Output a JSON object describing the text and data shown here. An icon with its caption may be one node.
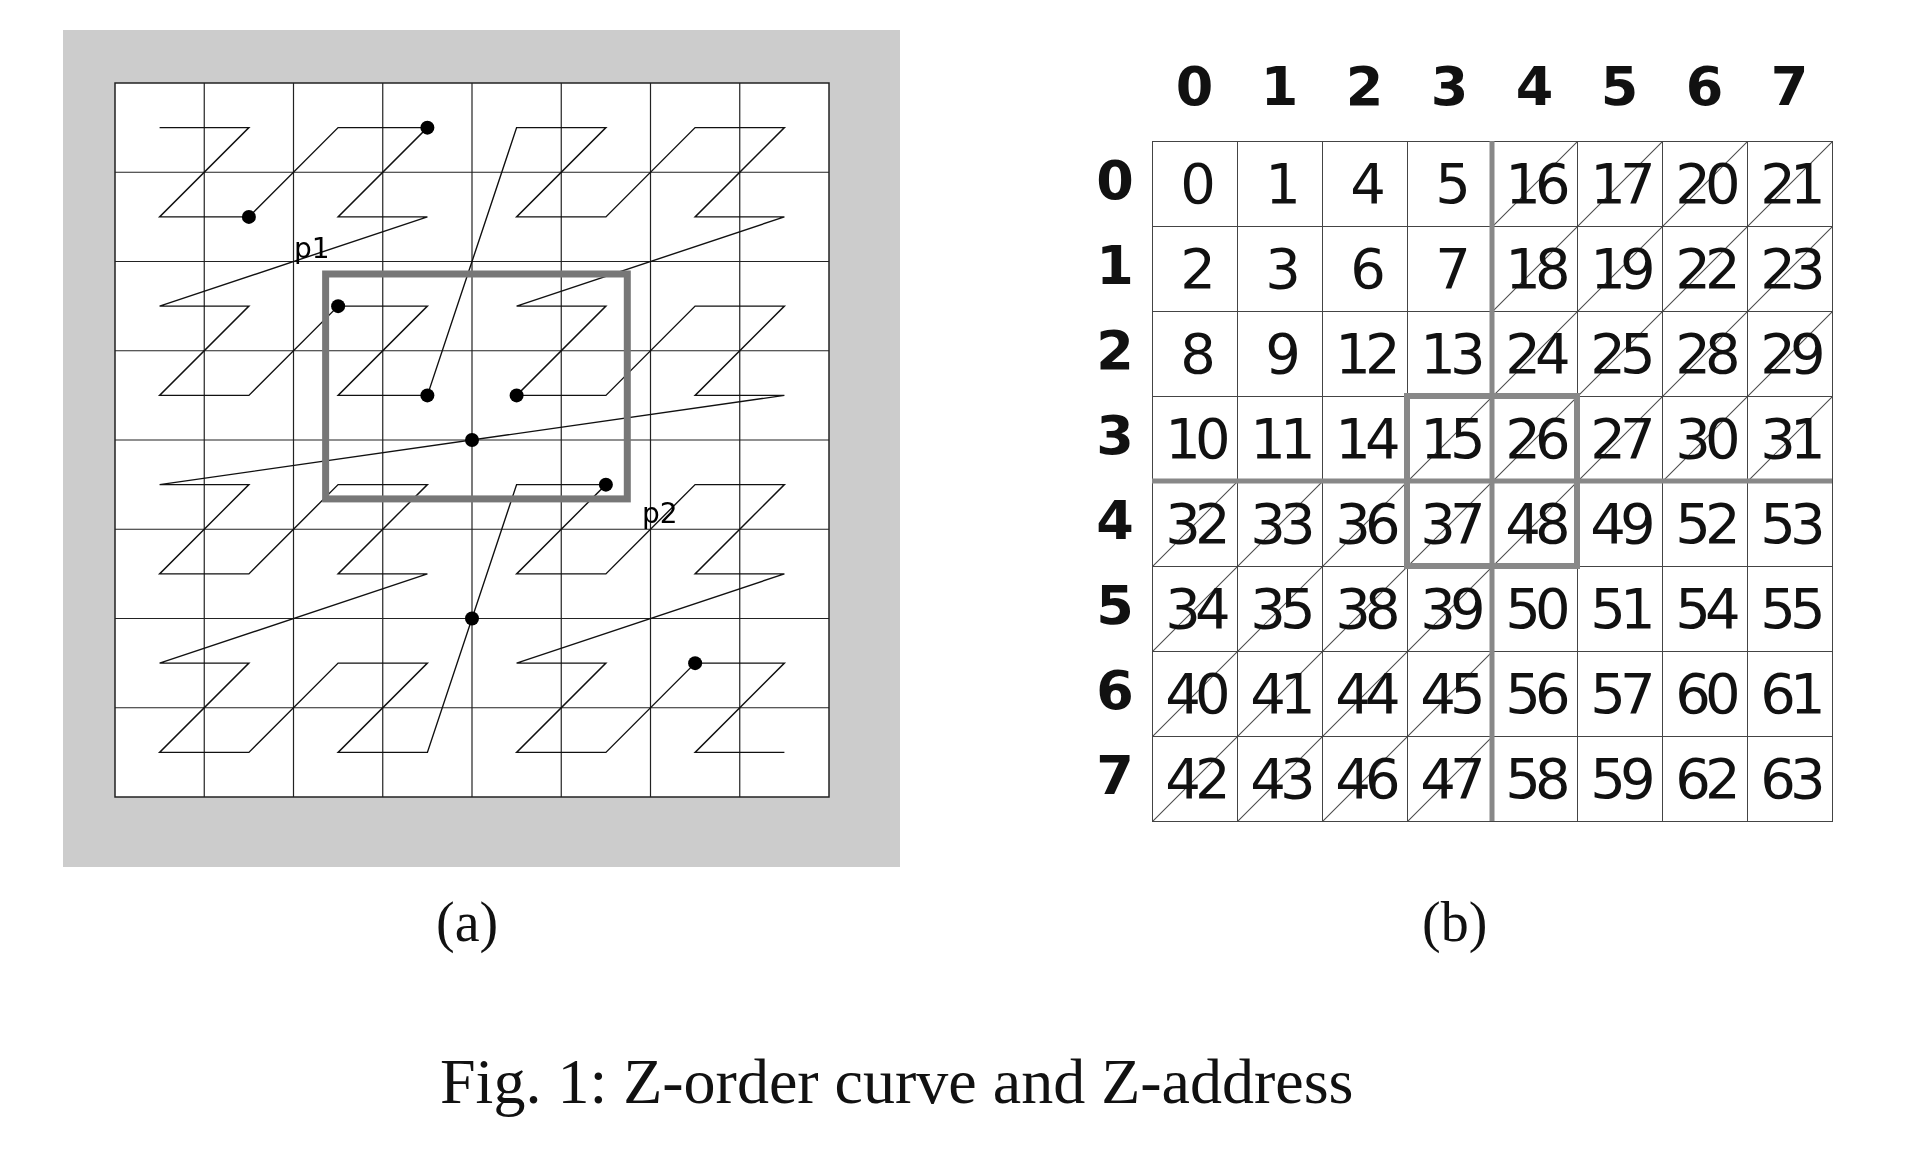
{
  "diagram": {
    "caption": "Fig. 1: Z-order curve and Z-address",
    "labels": [
      "p1",
      "p2",
      "(a)",
      "0",
      "1",
      "2",
      "3",
      "4",
      "5",
      "6",
      "7",
      "0",
      "0",
      "1",
      "4",
      "5",
      "16",
      "17",
      "20",
      "21",
      "1",
      "2",
      "3",
      "6",
      "7",
      "18",
      "19",
      "22",
      "23",
      "2",
      "8",
      "9",
      "12",
      "13",
      "24",
      "25",
      "28",
      "29",
      "3",
      "10",
      "11",
      "14",
      "15",
      "26",
      "27",
      "30",
      "31",
      "4",
      "32",
      "33",
      "36",
      "37",
      "48",
      "49",
      "52",
      "53",
      "5",
      "34",
      "35",
      "38",
      "39",
      "50",
      "51",
      "54",
      "55",
      "6",
      "40",
      "41",
      "44",
      "45",
      "56",
      "57",
      "60",
      "61",
      "7",
      "42",
      "43",
      "46",
      "47",
      "58",
      "59",
      "62",
      "63",
      "(b)"
    ]
  }
}
